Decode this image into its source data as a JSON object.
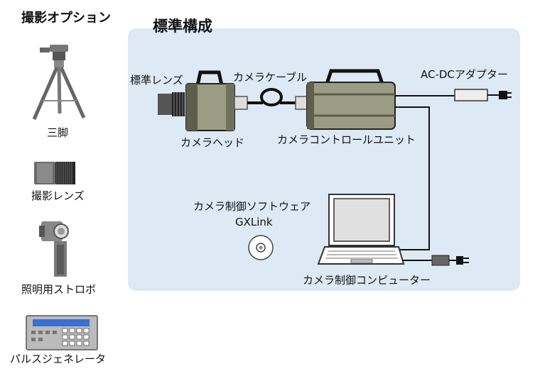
{
  "options": {
    "title": "撮影オプション",
    "items": [
      {
        "label": "三脚"
      },
      {
        "label": "撮影レンズ"
      },
      {
        "label": "照明用ストロボ"
      },
      {
        "label": "パルスジェネレータ"
      }
    ]
  },
  "standard": {
    "title": "標準構成",
    "lens_label": "標準レンズ",
    "cable_label": "カメラケーブル",
    "adapter_label": "AC-DCアダプター",
    "head_label": "カメラヘッド",
    "ccu_label": "カメラコントロールユニット",
    "software_label": "カメラ制御ソフトウェア",
    "software_name": "GXLink",
    "computer_label": "カメラ制御コンピューター"
  },
  "colors": {
    "panel": "#dde9f4",
    "camera_body": "#9a9d84",
    "camera_dark": "#5d5f4c"
  }
}
